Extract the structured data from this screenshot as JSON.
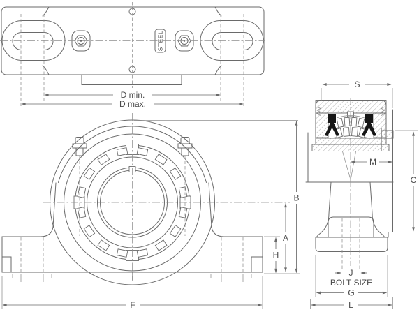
{
  "drawing": {
    "colors": {
      "line": "#6a6a6a",
      "thin": "#8f8f8f",
      "text": "#4a4a4a",
      "seal": "#161616",
      "bg": "#ffffff"
    },
    "top_view": {
      "material_label": "STEEL",
      "dim_d_min": "D min.",
      "dim_d_max": "D max."
    },
    "front_view": {
      "dim_a": "A",
      "dim_h": "H",
      "dim_b": "B",
      "dim_f": "F"
    },
    "side_view": {
      "dim_s": "S",
      "dim_m": "M",
      "dim_c": "C",
      "dim_j": "J",
      "dim_bolt_size": "BOLT SIZE",
      "dim_g": "G",
      "dim_l": "L"
    }
  }
}
